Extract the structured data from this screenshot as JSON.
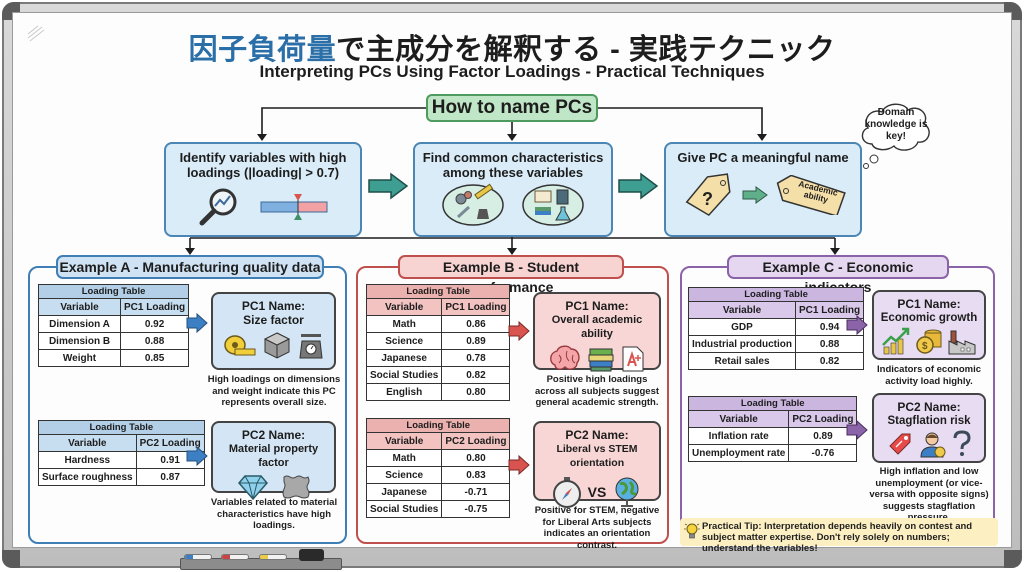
{
  "title": {
    "accent": "因子負荷量",
    "rest": "で主成分を解釈する - 実践テクニック",
    "subtitle": "Interpreting PCs Using Factor Loadings - Practical Techniques"
  },
  "flow": {
    "header": "How to name PCs",
    "steps": [
      {
        "label": "Identify variables with high loadings (|loading| > 0.7)"
      },
      {
        "label": "Find common characteristics among these variables"
      },
      {
        "label": "Give PC a meaningful name"
      }
    ],
    "tag_unknown": "?",
    "tag_named": "Academic ability",
    "thought": "Domain knowledge is key!"
  },
  "examples": {
    "a": {
      "title": "Example A - Manufacturing quality data",
      "tables": [
        {
          "caption": "Loading Table",
          "headers": [
            "Variable",
            "PC1 Loading"
          ],
          "rows": [
            [
              "Dimension A",
              "0.92"
            ],
            [
              "Dimension B",
              "0.88"
            ],
            [
              "Weight",
              "0.85"
            ]
          ]
        },
        {
          "caption": "Loading Table",
          "headers": [
            "Variable",
            "PC2 Loading"
          ],
          "rows": [
            [
              "Hardness",
              "0.91"
            ],
            [
              "Surface roughness",
              "0.87"
            ]
          ]
        }
      ],
      "names": [
        {
          "title": "PC1 Name:",
          "name": "Size factor",
          "desc": "High loadings on dimensions and weight indicate this PC represents overall size."
        },
        {
          "title": "PC2 Name:",
          "name": "Material property factor",
          "desc": "Variables related to material characteristics have high loadings."
        }
      ]
    },
    "b": {
      "title": "Example B - Student performance",
      "tables": [
        {
          "caption": "Loading Table",
          "headers": [
            "Variable",
            "PC1 Loading"
          ],
          "rows": [
            [
              "Math",
              "0.86"
            ],
            [
              "Science",
              "0.89"
            ],
            [
              "Japanese",
              "0.78"
            ],
            [
              "Social Studies",
              "0.82"
            ],
            [
              "English",
              "0.80"
            ]
          ]
        },
        {
          "caption": "Loading Table",
          "headers": [
            "Variable",
            "PC2 Loading"
          ],
          "rows": [
            [
              "Math",
              "0.80"
            ],
            [
              "Science",
              "0.83"
            ],
            [
              "Japanese",
              "-0.71"
            ],
            [
              "Social Studies",
              "-0.75"
            ]
          ]
        }
      ],
      "names": [
        {
          "title": "PC1 Name:",
          "name": "Overall academic ability",
          "desc": "Positive high loadings across all subjects suggest general academic strength."
        },
        {
          "title": "PC2 Name:",
          "name": "Liberal vs STEM orientation",
          "vs": "VS",
          "desc": "Positive for STEM, negative for Liberal Arts subjects indicates an orientation contrast."
        }
      ]
    },
    "c": {
      "title": "Example C - Economic indicators",
      "tables": [
        {
          "caption": "Loading Table",
          "headers": [
            "Variable",
            "PC1 Loading"
          ],
          "rows": [
            [
              "GDP",
              "0.94"
            ],
            [
              "Industrial production",
              "0.88"
            ],
            [
              "Retail sales",
              "0.82"
            ]
          ]
        },
        {
          "caption": "Loading Table",
          "headers": [
            "Variable",
            "PC2 Loading"
          ],
          "rows": [
            [
              "Inflation rate",
              "0.89"
            ],
            [
              "Unemployment rate",
              "-0.76"
            ]
          ]
        }
      ],
      "names": [
        {
          "title": "PC1 Name:",
          "name": "Economic growth",
          "desc": "Indicators of economic activity load highly."
        },
        {
          "title": "PC2 Name:",
          "name": "Stagflation risk",
          "desc": "High inflation and low unemployment (or vice-versa with opposite signs) suggests stagflation pressure."
        }
      ]
    }
  },
  "tip": {
    "text": "Practical Tip: Interpretation depends heavily on contest and subject matter expertise. Don't rely solely on numbers; understand the variables!"
  },
  "colors": {
    "accent_blue": "#2b6fa8",
    "green": "#4f9a5e",
    "red": "#c0504d",
    "purple": "#8a63a8",
    "teal_arrow": "#3f9e92"
  }
}
